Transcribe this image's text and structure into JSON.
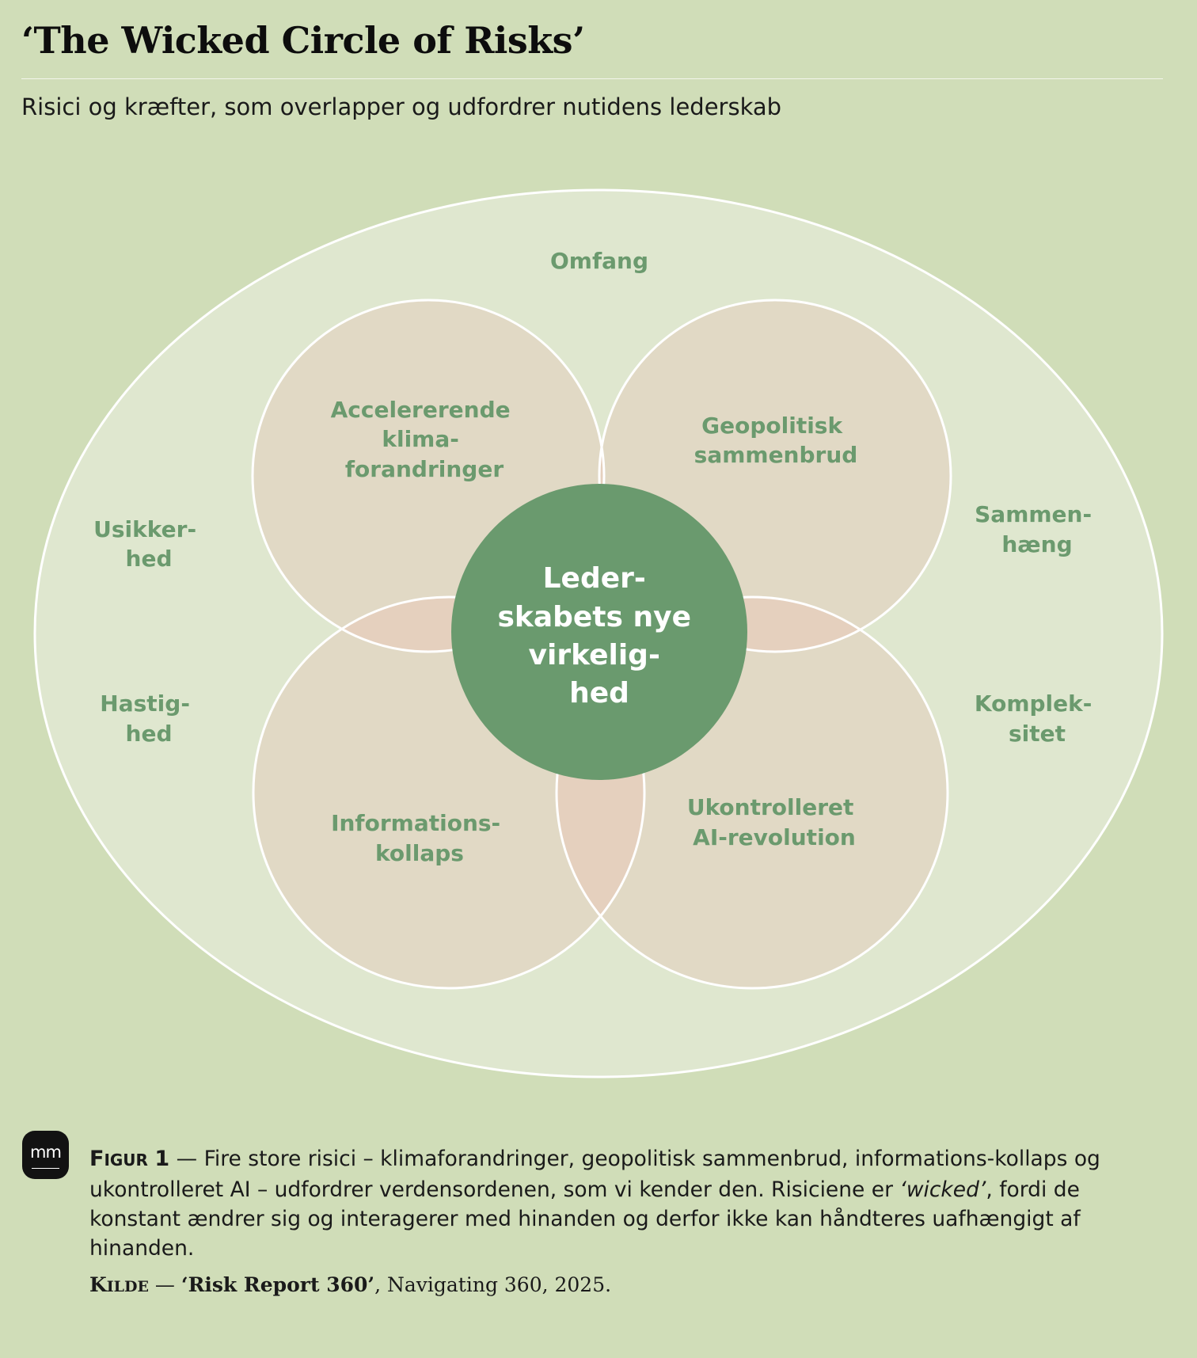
{
  "header": {
    "title": "‘The Wicked Circle of Risks’",
    "subtitle": "Risici og kræfter, som overlapper og udfordrer nutidens lederskab"
  },
  "diagram": {
    "outer_labels": {
      "top": "Omfang",
      "left_upper": [
        "Usikker-",
        "hed"
      ],
      "left_lower": [
        "Hastig-",
        "hed"
      ],
      "right_upper": [
        "Sammen-",
        "hæng"
      ],
      "right_lower": [
        "Komplek-",
        "sitet"
      ]
    },
    "risks": {
      "top_left": [
        "Accelererende",
        "klima-",
        "forandringer"
      ],
      "top_right": [
        "Geopolitisk",
        "sammenbrud"
      ],
      "bottom_left": [
        "Informations-",
        "kollaps"
      ],
      "bottom_right": [
        "Ukontrolleret",
        "AI-revolution"
      ]
    },
    "center": [
      "Leder-",
      "skabets nye",
      "virkelig-",
      "hed"
    ],
    "colors": {
      "background": "#d0ddb8",
      "outer_ellipse": "#dfe7cf",
      "risk_circle": "#e1d9c5",
      "overlap": "#e5d0be",
      "center": "#6a9a6e",
      "label": "#6b9a6e",
      "stroke": "#ffffff"
    }
  },
  "footer": {
    "logo": "mm",
    "figure_label_initial": "F",
    "figure_label_rest": "IGUR",
    "figure_number": "1",
    "dash": "—",
    "caption_part1": "Fire store risici – klimaforandringer, geopolitisk sammenbrud, informations-kollaps og ukontrolleret AI – udfordrer verdensordenen, som vi kender den. Risiciene er",
    "caption_italic": "‘wicked’",
    "caption_part2": ", fordi de konstant ændrer sig og interagerer med hinanden og derfor ikke kan håndteres uafhængigt af hinanden.",
    "source_label_initial": "K",
    "source_label_rest": "ILDE",
    "source_dash": "—",
    "source_report": "‘Risk Report 360’",
    "source_rest": ", Navigating 360, 2025."
  }
}
